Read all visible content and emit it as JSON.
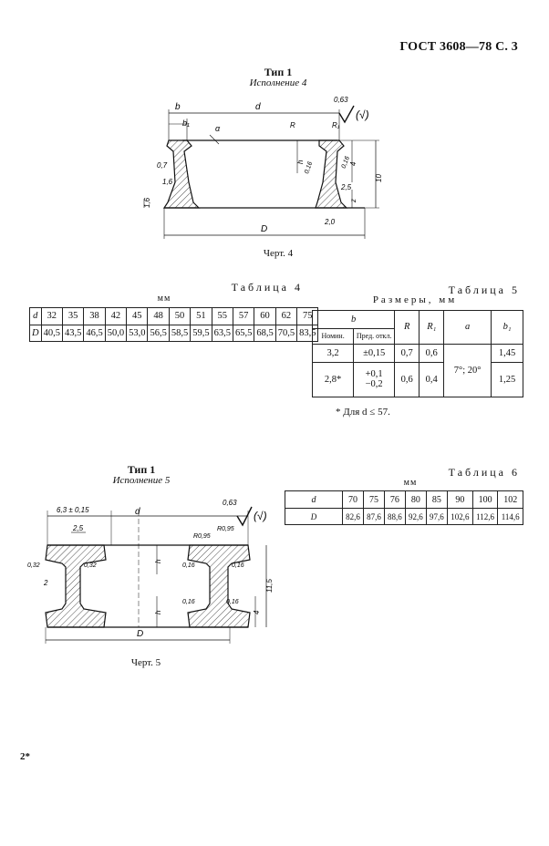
{
  "header": {
    "title": "ГОСТ 3608—78 С. 3"
  },
  "fig4": {
    "type_title": "Тип 1",
    "variant": "Исполнение 4",
    "caption": "Черт. 4",
    "labels": {
      "d": "d",
      "b": "b",
      "b1": "b₁",
      "alpha": "α",
      "R": "R",
      "R1": "R₁",
      "roughness_value": "0,63",
      "roughness_paren": "(√)",
      "r07": "0,7",
      "r16a": "1,6",
      "r16b": "1,6",
      "r16c": "0,16",
      "r016b": "0,16",
      "r25": "2,5",
      "r20": "2,0",
      "D": "D",
      "h": "h",
      "h10": "10",
      "z": "z",
      "four": "4"
    }
  },
  "table4": {
    "name": "Таблица 4",
    "unit": "мм",
    "row_d_label": "d",
    "row_D_label": "D",
    "d": [
      "32",
      "35",
      "38",
      "42",
      "45",
      "48",
      "50",
      "51",
      "55",
      "57",
      "60",
      "62",
      "75"
    ],
    "D": [
      "40,5",
      "43,5",
      "46,5",
      "50,0",
      "53,0",
      "56,5",
      "58,5",
      "59,5",
      "63,5",
      "65,5",
      "68,5",
      "70,5",
      "83,5"
    ]
  },
  "table5": {
    "name": "Таблица 5",
    "subtitle": "Размеры, мм",
    "col_b": "b",
    "col_nomin": "Номин.",
    "col_pred": "Пред. откл.",
    "col_R": "R",
    "col_R1": "R₁",
    "col_a": "a",
    "col_b1": "b₁",
    "rows": [
      {
        "nomin": "3,2",
        "pred": "±0,15",
        "R": "0,7",
        "R1": "0,6",
        "b1": "1,45"
      },
      {
        "nomin": "2,8*",
        "pred": "+0,1\n−0,2",
        "R": "0,6",
        "R1": "0,4",
        "b1": "1,25"
      }
    ],
    "a_value": "7°; 20°",
    "footnote": "* Для d ≤ 57."
  },
  "fig5": {
    "type_title": "Тип 1",
    "variant": "Исполнение 5",
    "caption": "Черт. 5",
    "labels": {
      "dim_top": "6,3 ± 0,15",
      "dim_25": "2,5",
      "d": "d",
      "roughness_value": "0,63",
      "roughness_paren": "(√)",
      "r095a": "R0,95",
      "r095b": "R0,95",
      "r032a": "0,32",
      "r032b": "0,32",
      "r016a": "0,16",
      "r016b": "0,16",
      "r016c": "0,16",
      "r016d": "0,16",
      "two": "2",
      "h": "h",
      "h2": "h",
      "four": "4",
      "h115": "11,5",
      "D": "D"
    }
  },
  "table6": {
    "name": "Таблица 6",
    "unit": "мм",
    "row_d_label": "d",
    "row_D_label": "D",
    "d": [
      "70",
      "75",
      "76",
      "80",
      "85",
      "90",
      "100",
      "102"
    ],
    "D": [
      "82,6",
      "87,6",
      "88,6",
      "92,6",
      "97,6",
      "102,6",
      "112,6",
      "114,6"
    ]
  },
  "page_number": "2*"
}
